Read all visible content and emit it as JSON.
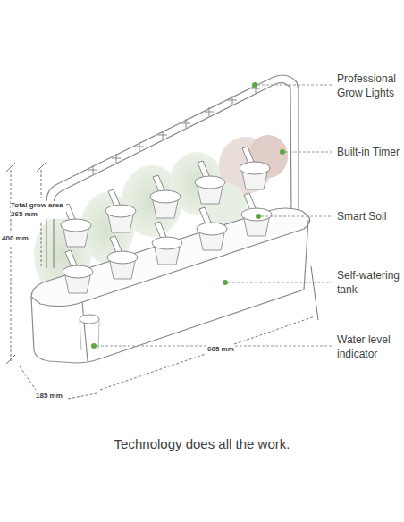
{
  "diagram": {
    "caption": "Technology does all the work.",
    "labels": [
      "Professional Grow Lights",
      "Built-in Timer",
      "Smart Soil",
      "Self-watering tank",
      "Water level indicator",
      "Total grow area 265 mm",
      "400 mm",
      "605 mm",
      "185 mm"
    ]
  }
}
